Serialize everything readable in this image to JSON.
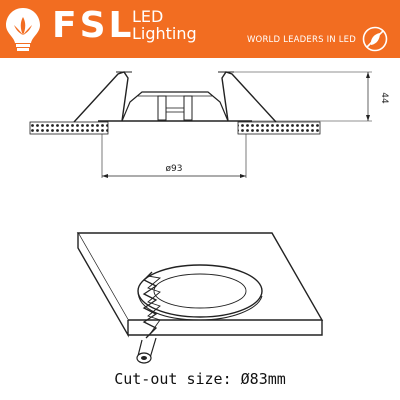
{
  "header": {
    "brand": "FSL",
    "brand_sub": "LED\nLighting",
    "tagline": "WORLD LEADERS IN LED",
    "background_color": "#f26d21",
    "logo_icon": "lotus-bulb-icon",
    "badge_icon": "leaf-slash-icon"
  },
  "drawing": {
    "height_label": "44",
    "diameter_label": "ø93"
  },
  "caption": "Cut-out size: Ø83mm"
}
